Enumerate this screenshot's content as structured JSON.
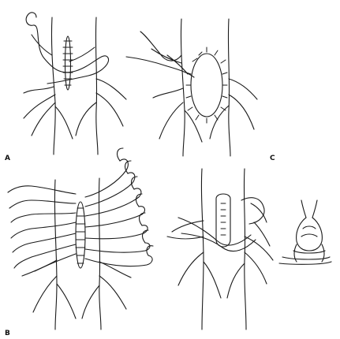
{
  "figure": {
    "panels": [
      {
        "id": "A",
        "label": "A"
      },
      {
        "id": "B",
        "label": "B"
      },
      {
        "id": "C",
        "label": "C"
      },
      {
        "id": "D",
        "label": ""
      },
      {
        "id": "E",
        "label": ""
      }
    ]
  },
  "colors": {
    "ink": "#1a1a1a",
    "paper": "#ffffff"
  }
}
